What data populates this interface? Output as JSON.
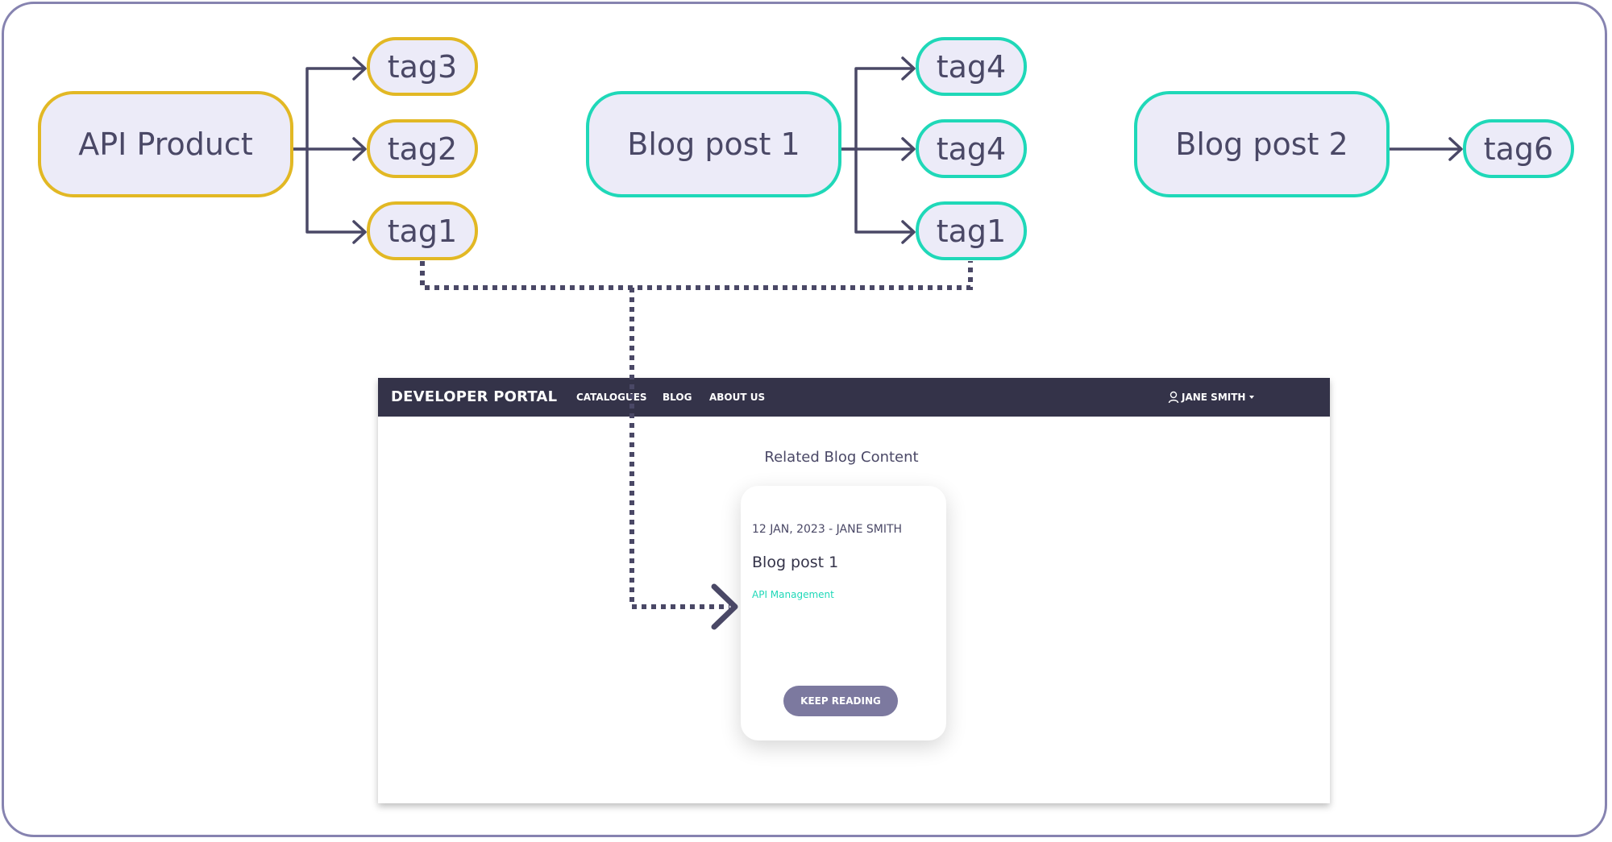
{
  "diagram": {
    "products": [
      {
        "label": "API Product",
        "tags": [
          "tag3",
          "tag2",
          "tag1"
        ]
      },
      {
        "label": "Blog post 1",
        "tags": [
          "tag4",
          "tag4",
          "tag1"
        ]
      },
      {
        "label": "Blog post 2",
        "tags": [
          "tag6"
        ]
      }
    ],
    "colors": {
      "api_product": "#e2b824",
      "blog_post": "#1fd8b8",
      "node_fill": "#ecebf8",
      "connector": "#4a4866",
      "frame": "#8683b0"
    }
  },
  "portal": {
    "brand": "DEVELOPER PORTAL",
    "nav": [
      "CATALOGUES",
      "BLOG",
      "ABOUT US"
    ],
    "user": {
      "icon": "user-icon",
      "name": "JANE SMITH",
      "caret": "caret-down-icon"
    },
    "colors": {
      "navbar": "#343349",
      "accent": "#1fd8b8",
      "button": "#7c799f"
    },
    "section_heading": "Related Blog Content",
    "card": {
      "meta": "12 JAN, 2023 - JANE SMITH",
      "title": "Blog post 1",
      "tag": "API Management",
      "button": "KEEP READING"
    }
  }
}
